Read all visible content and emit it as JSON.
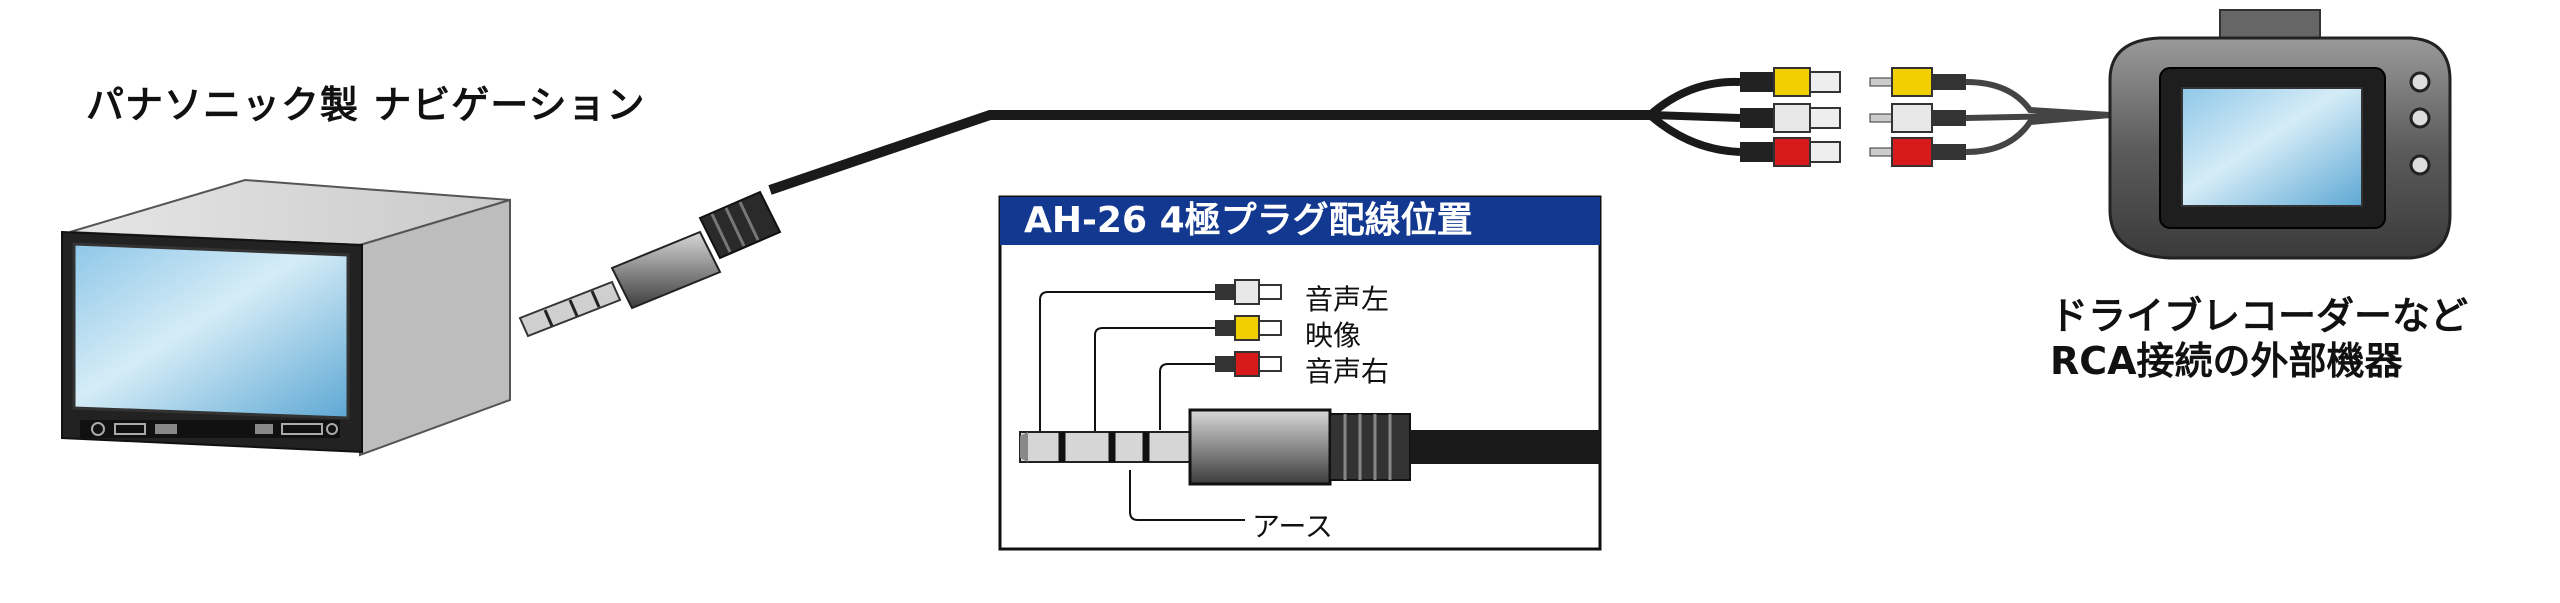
{
  "labels": {
    "navigation": "パナソニック製 ナビゲーション",
    "recorder_line1": "ドライブレコーダーなど",
    "recorder_line2": "RCA接続の外部機器"
  },
  "inset": {
    "title": "AH-26 4極プラグ配線位置",
    "pins": {
      "audio_left": "音声左",
      "video": "映像",
      "audio_right": "音声右",
      "ground": "アース"
    }
  },
  "colors": {
    "rca_yellow": "#f2cf00",
    "rca_white": "#e8e8e8",
    "rca_red": "#d81a1a",
    "title_bar": "#12388f",
    "cable": "#1a1a1a"
  }
}
